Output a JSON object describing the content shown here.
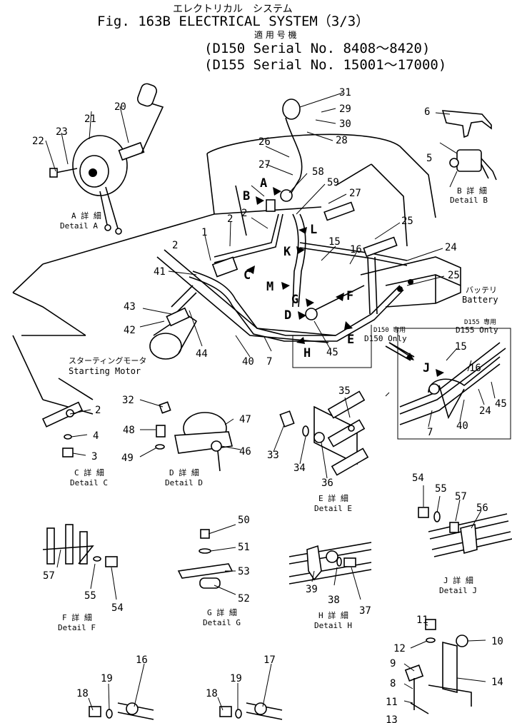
{
  "header": {
    "jp_title": "エレクトリカル　システム",
    "title": "Fig. 163B ELECTRICAL SYSTEM（3/3）",
    "applicable_jp": "適 用 号 機",
    "serial_1": "(D150 Serial No. 8408～8420)",
    "serial_2": "(D155 Serial No. 15001～17000)"
  },
  "callouts": {
    "n1": "1",
    "n2a": "2",
    "n2b": "2",
    "n2c": "2",
    "n3": "3",
    "n4": "4",
    "n5": "5",
    "n6": "6",
    "n7a": "7",
    "n7b": "7",
    "n8": "8",
    "n9": "9",
    "n10": "10",
    "n11a": "11",
    "n11b": "11",
    "n12": "12",
    "n13": "13",
    "n14": "14",
    "n15a": "15",
    "n15b": "15",
    "n16a": "16",
    "n16b": "16",
    "n16c": "16",
    "n17": "17",
    "n18a": "18",
    "n18b": "18",
    "n19a": "19",
    "n19b": "19",
    "n20": "20",
    "n21": "21",
    "n22": "22",
    "n23": "23",
    "n24a": "24",
    "n24b": "24",
    "n25a": "25",
    "n25b": "25",
    "n26": "26",
    "n27a": "27",
    "n27b": "27",
    "n28": "28",
    "n29": "29",
    "n30": "30",
    "n31": "31",
    "n32": "32",
    "n33": "33",
    "n34": "34",
    "n35": "35",
    "n36": "36",
    "n37": "37",
    "n38": "38",
    "n39": "39",
    "n40a": "40",
    "n40b": "40",
    "n41": "41",
    "n42": "42",
    "n43": "43",
    "n44": "44",
    "n45a": "45",
    "n45b": "45",
    "n46": "46",
    "n47": "47",
    "n48": "48",
    "n49": "49",
    "n50": "50",
    "n51": "51",
    "n52": "52",
    "n53": "53",
    "n54a": "54",
    "n54b": "54",
    "n55a": "55",
    "n55b": "55",
    "n56": "56",
    "n57a": "57",
    "n57b": "57",
    "n58": "58",
    "n59": "59"
  },
  "letters": {
    "A": "A",
    "B": "B",
    "C": "C",
    "D": "D",
    "E": "E",
    "F": "F",
    "G": "G",
    "H": "H",
    "J": "J",
    "K": "K",
    "L": "L",
    "M": "M"
  },
  "details": {
    "A": {
      "jp": "A 詳 細",
      "en": "Detail  A"
    },
    "B": {
      "jp": "B 詳 細",
      "en": "Detail  B"
    },
    "C": {
      "jp": "C 詳 細",
      "en": "Detail  C"
    },
    "D": {
      "jp": "D 詳 細",
      "en": "Detail  D"
    },
    "E": {
      "jp": "E 詳 細",
      "en": "Detail  E"
    },
    "F": {
      "jp": "F 詳 細",
      "en": "Detail  F"
    },
    "G": {
      "jp": "G 詳 細",
      "en": "Detail  G"
    },
    "H": {
      "jp": "H 詳 細",
      "en": "Detail  H"
    },
    "J": {
      "jp": "J 詳 細",
      "en": "Detail  J"
    }
  },
  "labels": {
    "battery_jp": "バッテリ",
    "battery": "Battery",
    "starting_motor_jp": "スターティングモータ",
    "starting_motor": "Starting  Motor",
    "d150_only_jp": "D150 専用",
    "d150_only": "D150  Only",
    "d155_only_jp": "D155 専用",
    "d155_only": "D155  Only"
  }
}
